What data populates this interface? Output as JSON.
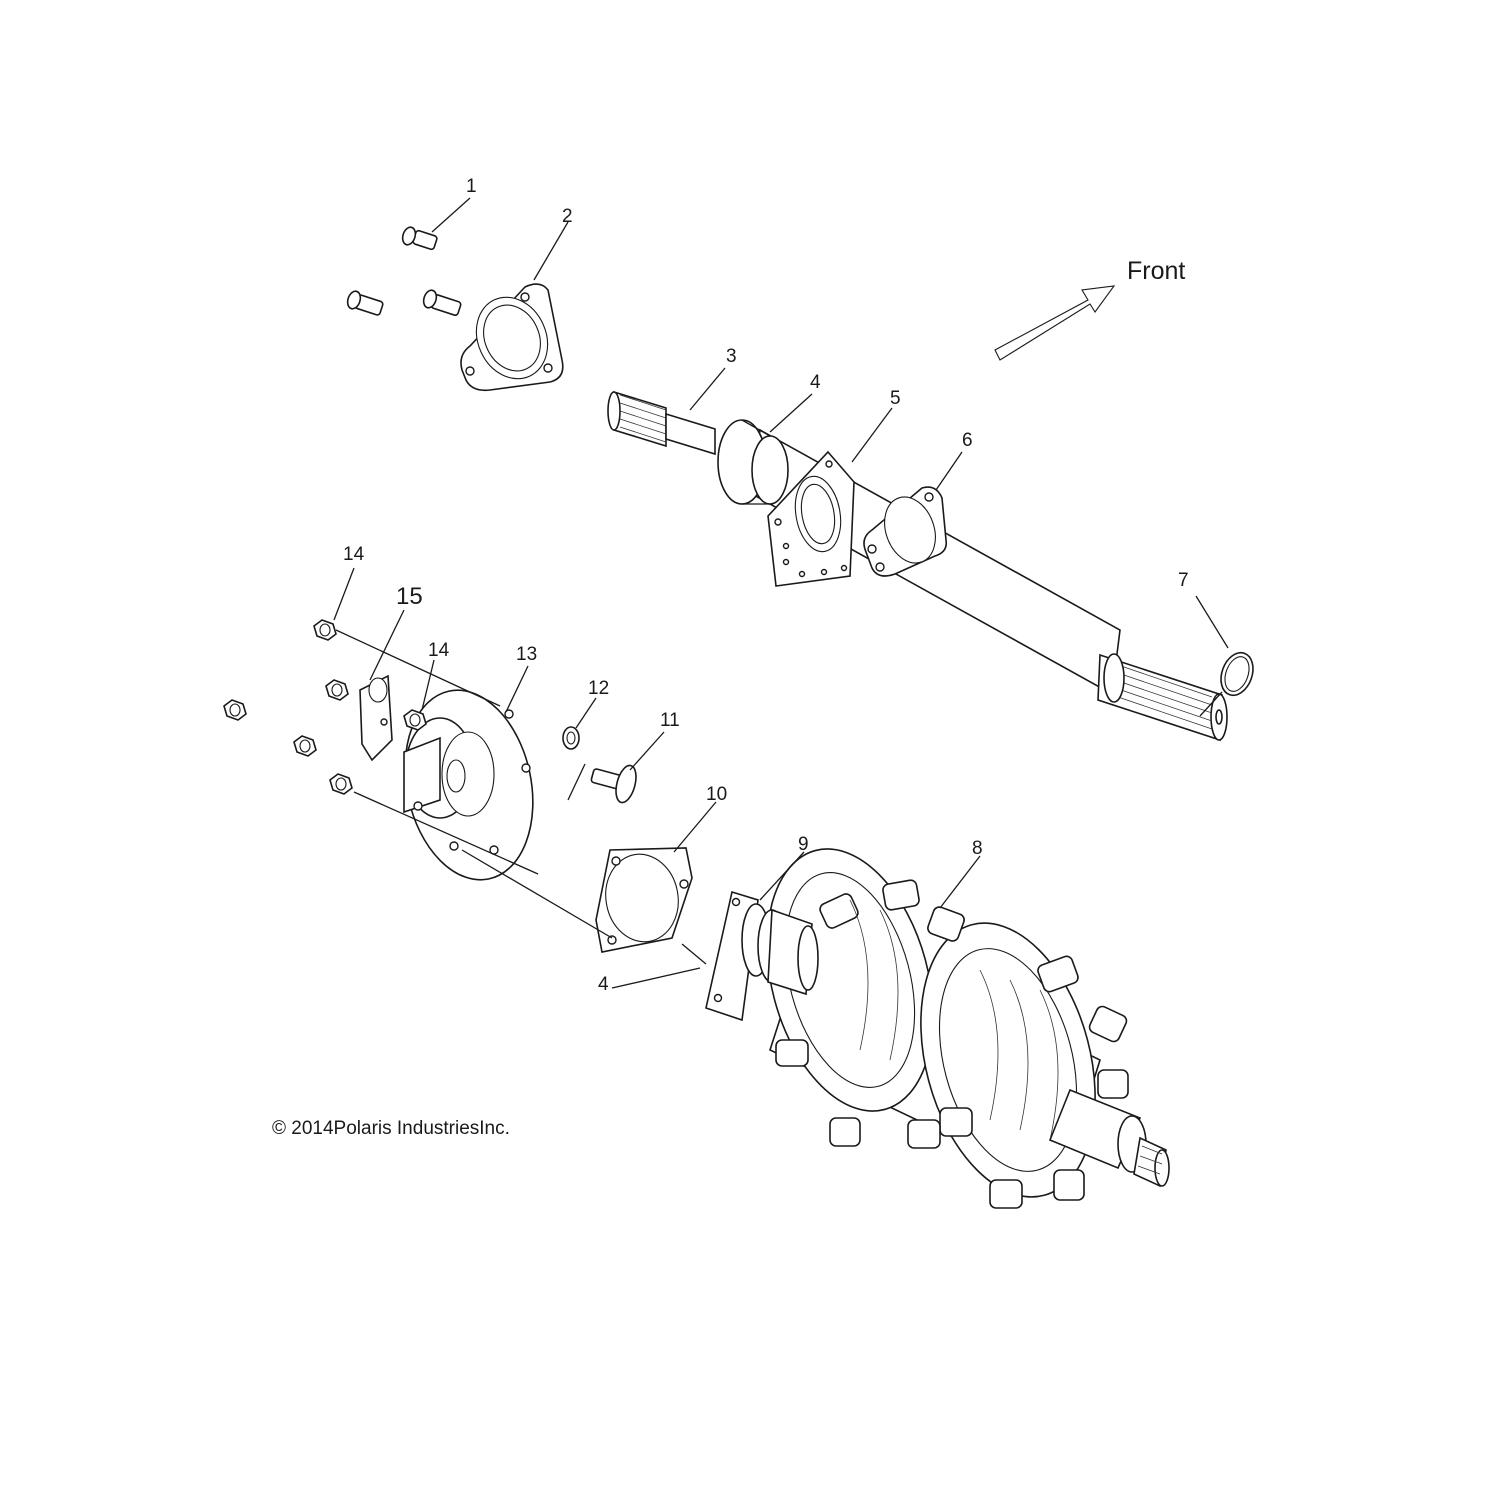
{
  "diagram": {
    "front_label": "Front",
    "copyright": "© 2014Polaris IndustriesInc.",
    "callouts": [
      {
        "id": "c1",
        "text": "1"
      },
      {
        "id": "c2",
        "text": "2"
      },
      {
        "id": "c3",
        "text": "3"
      },
      {
        "id": "c4a",
        "text": "4"
      },
      {
        "id": "c5",
        "text": "5"
      },
      {
        "id": "c6",
        "text": "6"
      },
      {
        "id": "c7",
        "text": "7"
      },
      {
        "id": "c8",
        "text": "8"
      },
      {
        "id": "c9",
        "text": "9"
      },
      {
        "id": "c10",
        "text": "10"
      },
      {
        "id": "c11",
        "text": "11"
      },
      {
        "id": "c12",
        "text": "12"
      },
      {
        "id": "c13",
        "text": "13"
      },
      {
        "id": "c14a",
        "text": "14"
      },
      {
        "id": "c14b",
        "text": "14"
      },
      {
        "id": "c15",
        "text": "15"
      },
      {
        "id": "c4b",
        "text": "4"
      }
    ]
  }
}
